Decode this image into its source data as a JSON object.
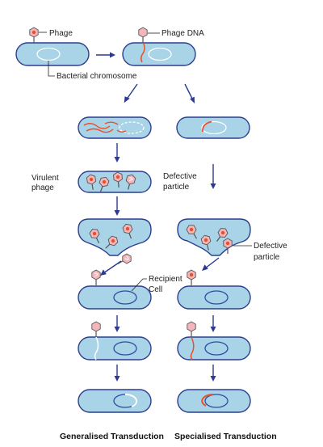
{
  "labels": {
    "phage": "Phage",
    "phage_dna": "Phage DNA",
    "bacterial_chromosome": "Bacterial chromosome",
    "virulent_phage_line1": "Virulent",
    "virulent_phage_line2": "phage",
    "defective_particle_a_line1": "Defective",
    "defective_particle_a_line2": "particle",
    "defective_particle_b_line1": "Defective",
    "defective_particle_b_line2": "particle",
    "recipient_cell_line1": "Recipient",
    "recipient_cell_line2": "Cell"
  },
  "captions": {
    "generalised": "Generalised Transduction",
    "specialised": "Specialised Transduction"
  },
  "colors": {
    "cell_fill": "#a9d3e6",
    "cell_stroke": "#2c3e8f",
    "arrow": "#2b3990",
    "dna_red": "#e8502a",
    "phage_fill": "#f4b6bb",
    "phage_stroke": "#555555",
    "chromosome_white": "#ffffff",
    "recipient_chromosome": "#2b4ca5"
  }
}
